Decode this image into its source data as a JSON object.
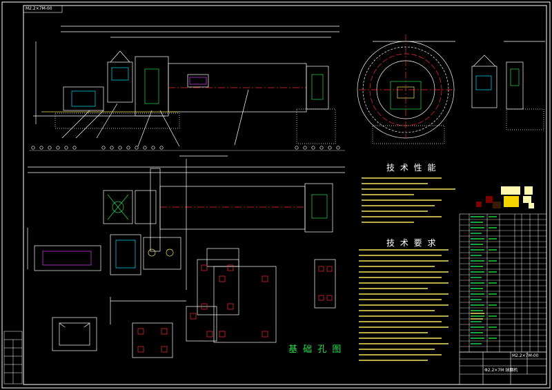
{
  "drawing": {
    "code_label": "M2.2×7M-00",
    "tech_performance_title": "技 术 性 能",
    "tech_requirements_title": "技 术 要 求",
    "foundation_title": "基 础 孔 图",
    "title_block_name": "Φ2.2×7M 球磨机",
    "title_block_code": "M2.2×7M-00"
  },
  "colors": {
    "background": "#000000",
    "line_white": "#ffffff",
    "line_cyan": "#00e5ff",
    "line_green": "#22e04a",
    "line_red": "#ff2b2b",
    "line_yellow": "#f5e663",
    "line_magenta": "#e040fb"
  }
}
